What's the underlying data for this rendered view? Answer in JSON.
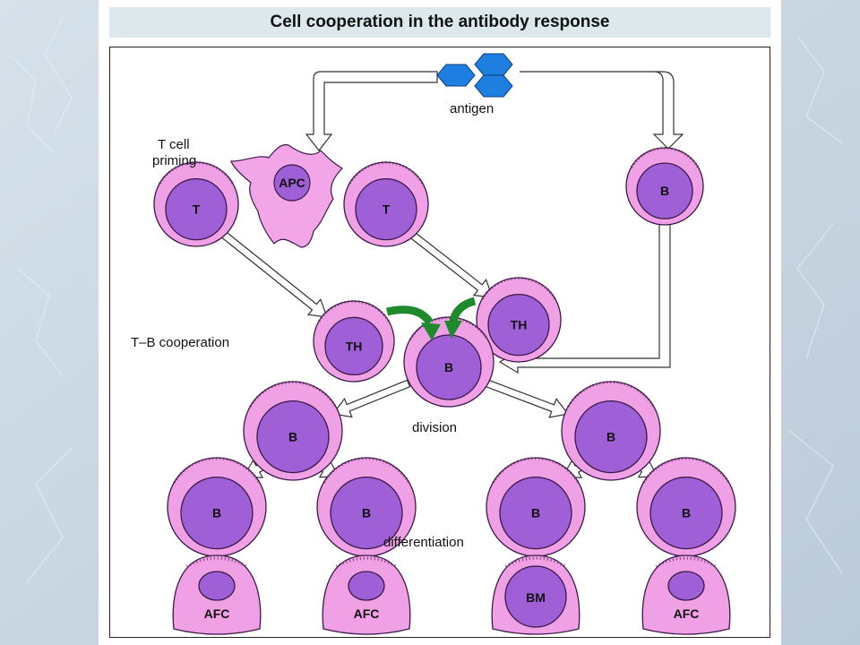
{
  "title": "Cell cooperation in the antibody response",
  "colors": {
    "background": "#c9d6e2",
    "cell_outer": "#f0a0e4",
    "cell_inner": "#9f5fd6",
    "cell_outline": "#3a1a4a",
    "antigen": "#1f7fe0",
    "green_arrow": "#1e8a2c",
    "apc": "#f2a6e8"
  },
  "labels": {
    "antigen": "antigen",
    "t_cell_priming_1": "T cell",
    "t_cell_priming_2": "priming",
    "tb_cooperation": "T–B cooperation",
    "division": "division",
    "differentiation": "differentiation"
  },
  "cells": {
    "apc": "APC",
    "t_left": "T",
    "t_right": "T",
    "b_top": "B",
    "th_left": "TH",
    "th_right": "TH",
    "b_center": "B",
    "b_div_left": "B",
    "b_div_right": "B",
    "b_row3_1": "B",
    "b_row3_2": "B",
    "b_row3_3": "B",
    "b_row3_4": "B",
    "afc_1": "AFC",
    "afc_2": "AFC",
    "bm": "BM",
    "afc_4": "AFC"
  }
}
